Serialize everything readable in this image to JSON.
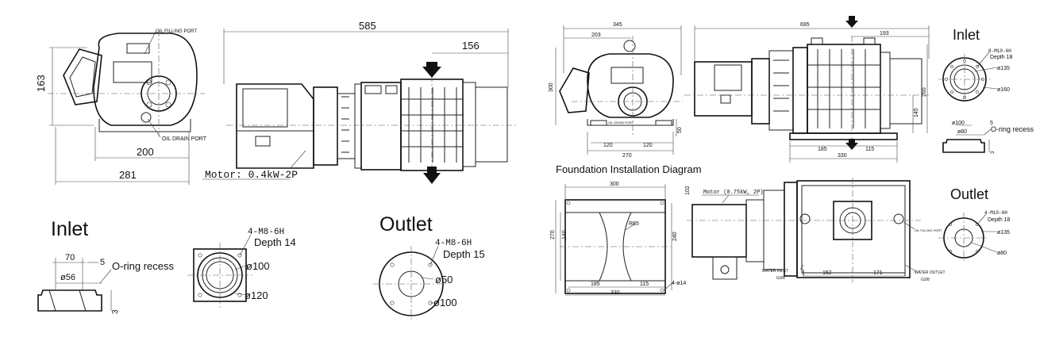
{
  "left": {
    "labels": {
      "oil_filling_port": "OIL FILLING PORT",
      "oil_drain_port": "OIL DRAIN PORT",
      "motor": "Motor: 0.4kW-2P"
    },
    "dims": {
      "d585": "585",
      "d156": "156",
      "d163": "163",
      "d200": "200",
      "d281": "281"
    },
    "inlet": {
      "title": "Inlet",
      "bolts": "4-M8-6H",
      "depth": "Depth 14",
      "d70": "70",
      "d5": "5",
      "oring": "O-ring recess",
      "d56": "ø56",
      "d3": "3",
      "d100": "ø100",
      "d120": "ø120"
    },
    "outlet": {
      "title": "Outlet",
      "bolts": "4-M8-6H",
      "depth": "Depth 15",
      "d50": "ø50",
      "d100": "ø100"
    }
  },
  "right": {
    "dims": {
      "d345": "345",
      "d203": "203",
      "d300": "300",
      "d270": "270",
      "d120a": "120",
      "d120b": "120",
      "d50": "50",
      "d695": "695",
      "d193": "193",
      "d260": "260",
      "d145": "145",
      "d185": "185",
      "d115": "115",
      "d330": "330"
    },
    "labels": {
      "oil_drain_port": "OIL DRAIN PORT",
      "foundation": "Foundation Installation Diagram",
      "motor": "Motor (0.75kW, 2P)",
      "oil_filling_port": "OIL FILLING PORT",
      "water_inlet": "WATER INLET",
      "water_inlet_g": "G3/8",
      "water_outlet": "WATER OUTLET",
      "water_outlet_g": "G3/8"
    },
    "inlet": {
      "title": "Inlet",
      "bolts": "8-M10-6H",
      "depth": "Depth 18",
      "d135": "ø135",
      "d160": "ø160",
      "d100": "ø100",
      "d5": "5",
      "d80": "ø80",
      "oring": "O-ring recess",
      "d3": "3"
    },
    "foundation": {
      "d300": "300",
      "d102": "102",
      "d270": "270",
      "d140": "140",
      "d240": "240",
      "r85": "R85",
      "d185": "185",
      "d115": "115",
      "d330": "330",
      "holes": "4-ø14",
      "d152": "152",
      "d171": "171"
    },
    "outlet": {
      "title": "Outlet",
      "bolts": "4-M10-6H",
      "depth": "Depth 18",
      "d135": "ø135",
      "d80": "ø80"
    }
  }
}
